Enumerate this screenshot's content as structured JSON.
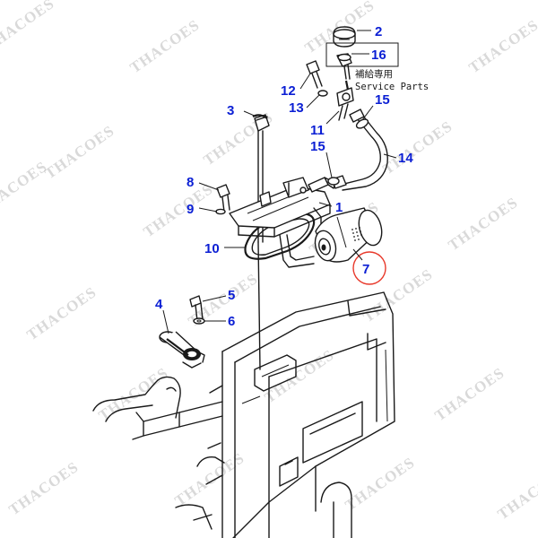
{
  "watermark": "THACOES",
  "callouts": {
    "c1": "1",
    "c2": "2",
    "c3": "3",
    "c4": "4",
    "c5": "5",
    "c6": "6",
    "c7": "7",
    "c8": "8",
    "c9": "9",
    "c10": "10",
    "c11": "11",
    "c12": "12",
    "c13": "13",
    "c14": "14",
    "c15a": "15",
    "c15b": "15",
    "c16": "16"
  },
  "service_note": {
    "japanese": "補給専用",
    "english": "Service Parts"
  },
  "colors": {
    "callout": "#0b1fd4",
    "highlight_ring": "#e8382a",
    "line": "#1a1a1a"
  }
}
